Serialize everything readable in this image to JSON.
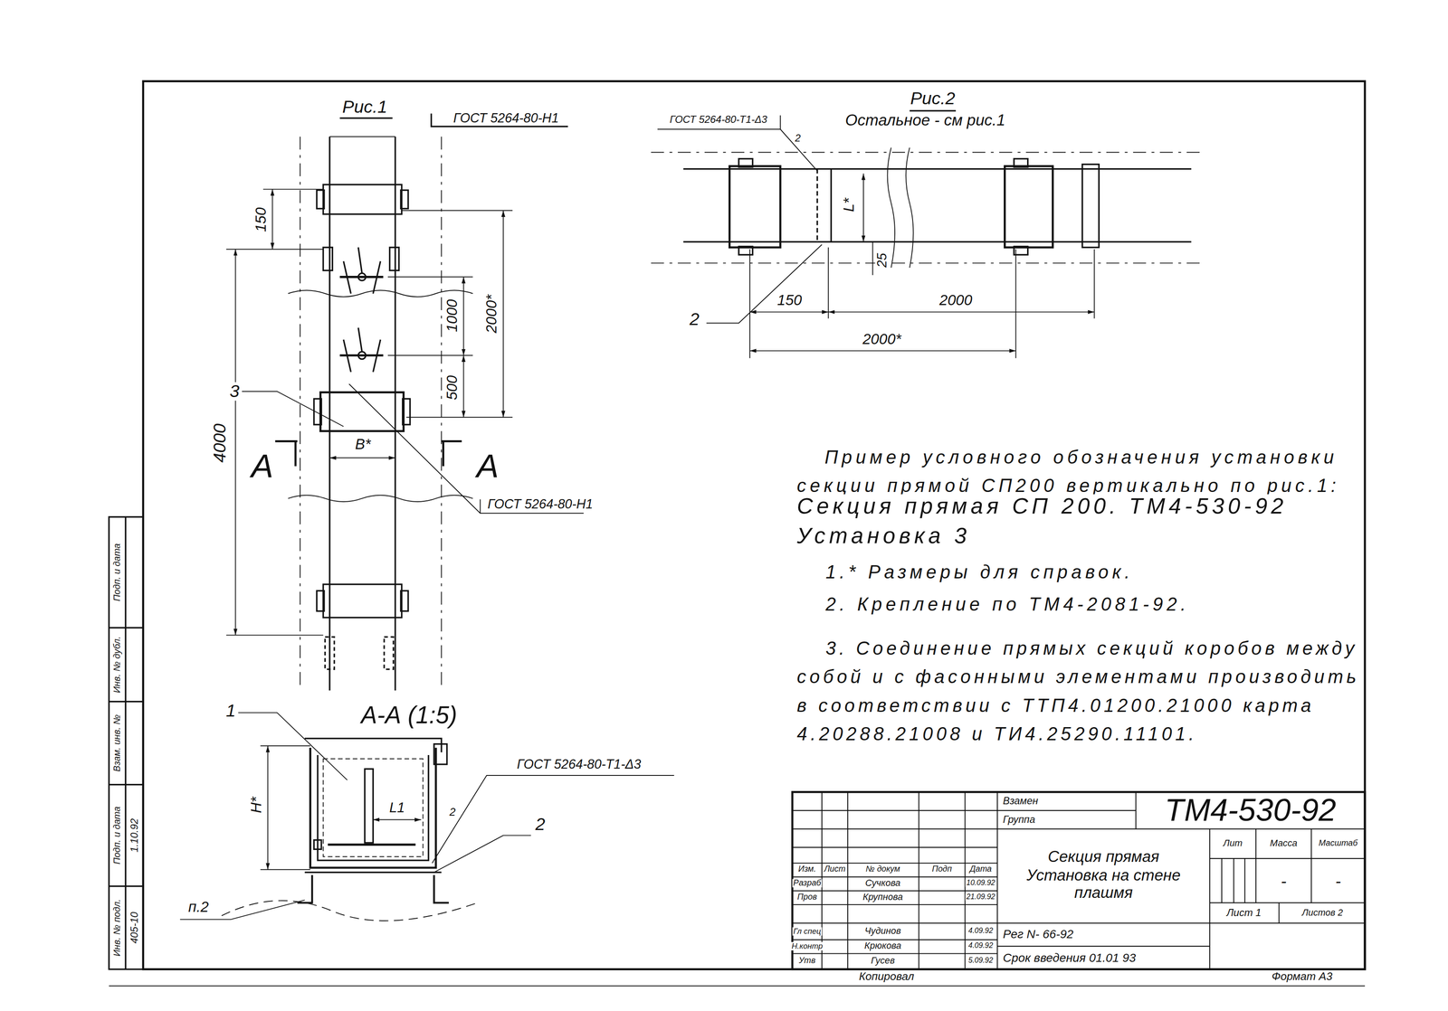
{
  "diagram": {
    "labels": [
      "Рис.1",
      "ГОСТ 5264-80-Н1",
      "150",
      "2000*",
      "1000",
      "500",
      "3",
      "4000",
      "А",
      "А",
      "В*",
      "ГОСТ 5264-80-Н1",
      "1",
      "А-А (1:5)",
      "ГОСТ 5264-80-Т1-Δ3",
      "Н*",
      "L1",
      "2",
      "2",
      "п.2",
      "Рис.2",
      "Остальное - см рис.1",
      "ГОСТ 5264-80-Т1-Δ3",
      "2",
      "L*",
      "25",
      "2",
      "150",
      "2000",
      "2000*",
      "Пример условного обозначения установки секции прямой СП200 вертикально по рис.1:",
      "Секция прямая СП 200. ТМ4-530-92",
      "Установка 3",
      "1.* Размеры для справок.",
      "2. Крепление по ТМ4-2081-92.",
      "3. Соединение прямых секций коробов между собой и с фасонными элементами производить в соответствии с ТТП4.01200.21000 карта 4.20288.21008 и ТИ4.25290.11101.",
      "Взамен",
      "Группа",
      "ТМ4-530-92",
      "Изм.",
      "Лист",
      "№ докум",
      "Подп",
      "Дата",
      "Разраб",
      "Сучкова",
      "Пров",
      "Крупнова",
      "Гл спец",
      "Чудинов",
      "Н.контр",
      "Крюкова",
      "Утв",
      "Гусев",
      "Секция прямая Установка на стене плашмя",
      "Лит",
      "Масса",
      "Масштаб",
      "-",
      "-",
      "Лист 1",
      "Листов 2",
      "Рег N- 66-92",
      "Срок введения 01.01 93",
      "Копировал",
      "Формат А3",
      "10.09.92",
      "21.09.92",
      "4.09.92",
      "4.09.92",
      "5.09.92",
      "Инв. № подл.",
      "Подп. и дата",
      "Взам. инв. №",
      "Инв. № дубл.",
      "Подп. и дата",
      "405-10",
      "1.10.92"
    ]
  }
}
